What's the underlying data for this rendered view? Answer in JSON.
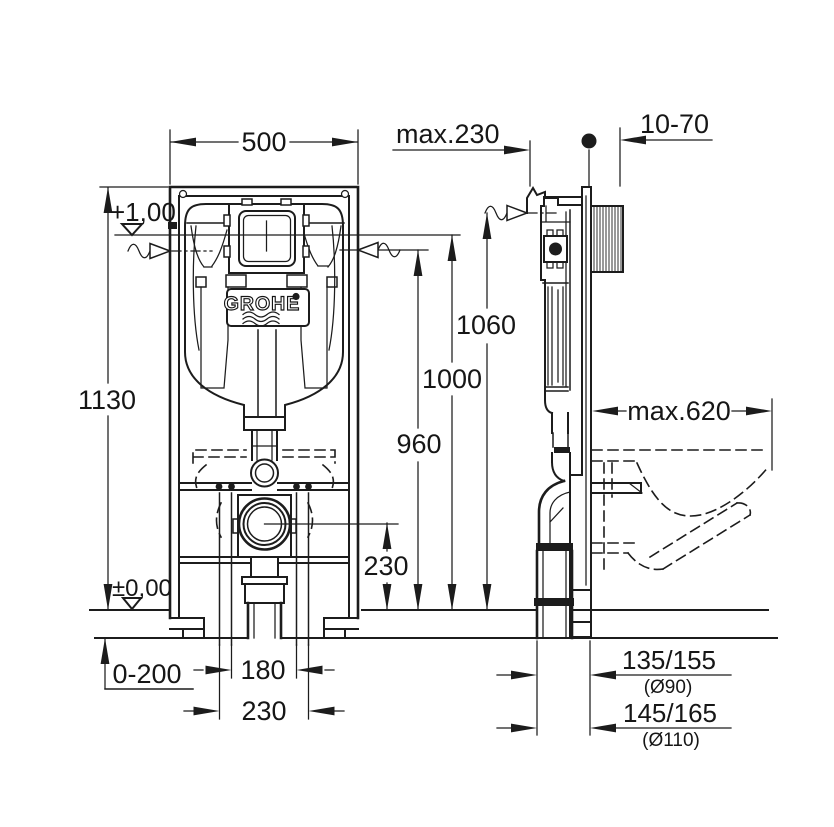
{
  "drawing": {
    "brand": "GROHE",
    "dims": {
      "frame_width": "500",
      "frame_height": "1130",
      "frame_depth": "max.230",
      "wall_finish_range": "10-70",
      "plate_level": "+1,00",
      "floor_level": "±0,00",
      "floor_buildup": "0-200",
      "supply_height_front": "960",
      "actuator_height": "1000",
      "supply_height_side": "1060",
      "drain_center_height": "230",
      "rod_spacing_inner": "180",
      "rod_spacing_outer": "230",
      "bowl_depth": "max.620",
      "drain_offset_90": "135/155",
      "drain_offset_90_pipe": "(Ø90)",
      "drain_offset_110": "145/165",
      "drain_offset_110_pipe": "(Ø110)"
    }
  }
}
